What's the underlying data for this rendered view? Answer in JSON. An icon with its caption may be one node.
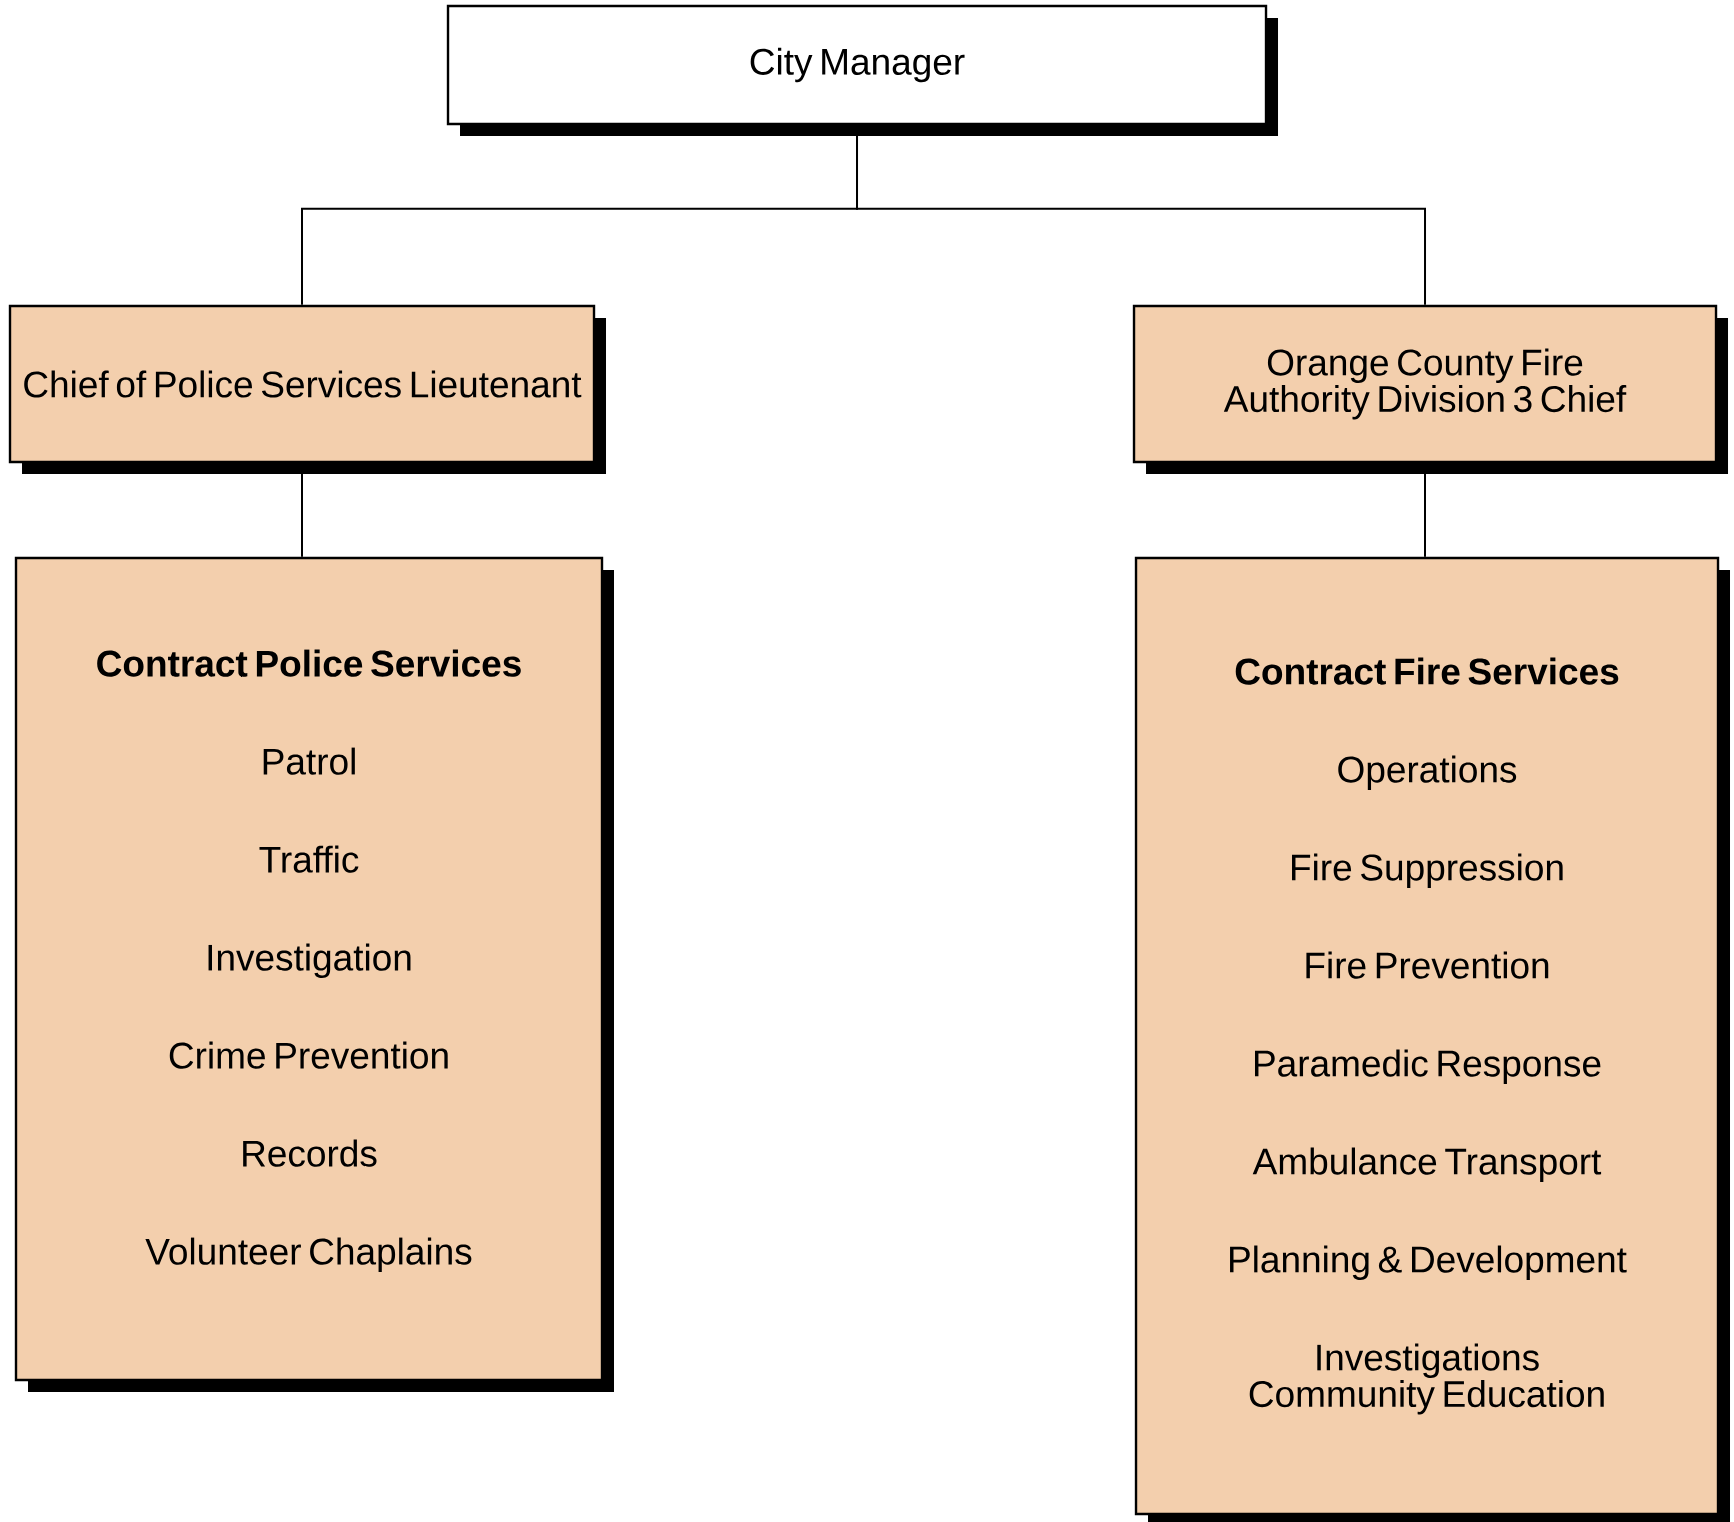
{
  "diagram": {
    "nodes": [
      {
        "text": [
          "City Manager"
        ]
      },
      {
        "text": [
          "Chief of Police Services Lieutenant"
        ]
      },
      {
        "text": [
          "Orange County Fire Authority Division 3 Chief"
        ]
      },
      {
        "text": [
          "Contract Police Services",
          "Patrol",
          "Traffic",
          "Investigation",
          "Crime Prevention",
          "Records",
          "Volunteer Chaplains"
        ]
      },
      {
        "text": [
          "Contract Fire Services",
          "Operations",
          "Fire Suppression",
          "Fire Prevention",
          "Paramedic Response",
          "Ambulance Transport",
          "Planning & Development",
          "Investigations",
          "Community Education"
        ]
      }
    ],
    "edges": [
      {
        "from": 0,
        "to": 1,
        "arrow": "none"
      },
      {
        "from": 0,
        "to": 2,
        "arrow": "none"
      },
      {
        "from": 1,
        "to": 3,
        "arrow": "none"
      },
      {
        "from": 2,
        "to": 4,
        "arrow": "none"
      }
    ]
  }
}
